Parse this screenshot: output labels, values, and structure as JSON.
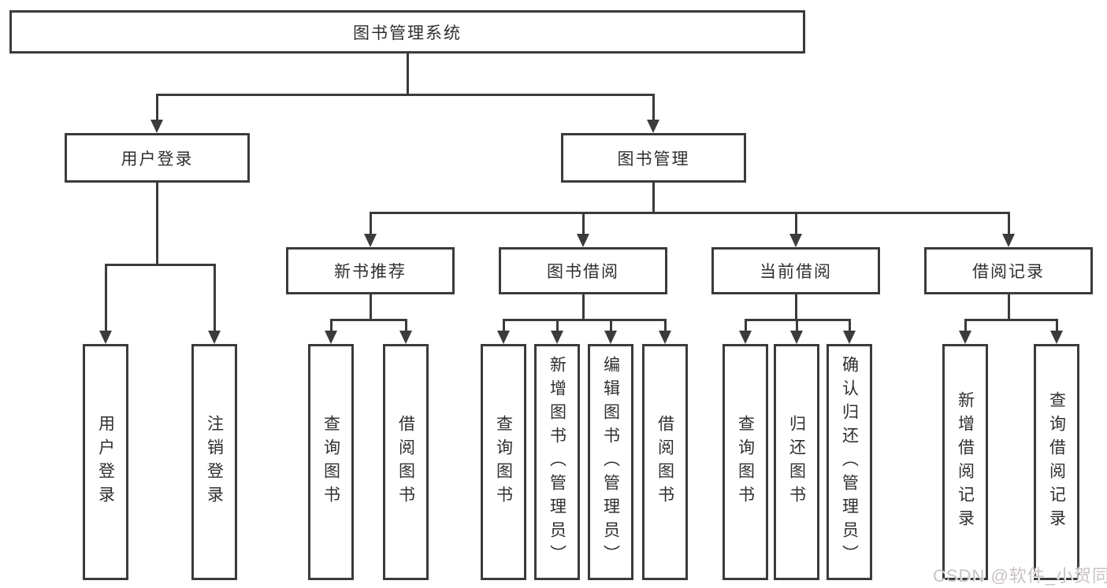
{
  "diagram": {
    "title": "图书管理系统",
    "level2": [
      "用户登录",
      "图书管理"
    ],
    "level3": [
      "新书推荐",
      "图书借阅",
      "当前借阅",
      "借阅记录"
    ],
    "leaves": {
      "user_login": [
        "用户登录",
        "注销登录"
      ],
      "new_book_recommend": [
        "查询图书",
        "借阅图书"
      ],
      "book_borrow": [
        "查询图书",
        "新增图书（管理员）",
        "编辑图书（管理员）",
        "借阅图书"
      ],
      "current_borrow": [
        "查询图书",
        "归还图书",
        "确认归还（管理员）"
      ],
      "borrow_record": [
        "新增借阅记录",
        "查询借阅记录"
      ]
    },
    "watermark": "CSDN @软件_小贺同学",
    "colors": {
      "line": "#3b3b3b",
      "text": "#2f2f2f",
      "background": "#ffffff",
      "watermark": "#c9c2c2"
    }
  }
}
